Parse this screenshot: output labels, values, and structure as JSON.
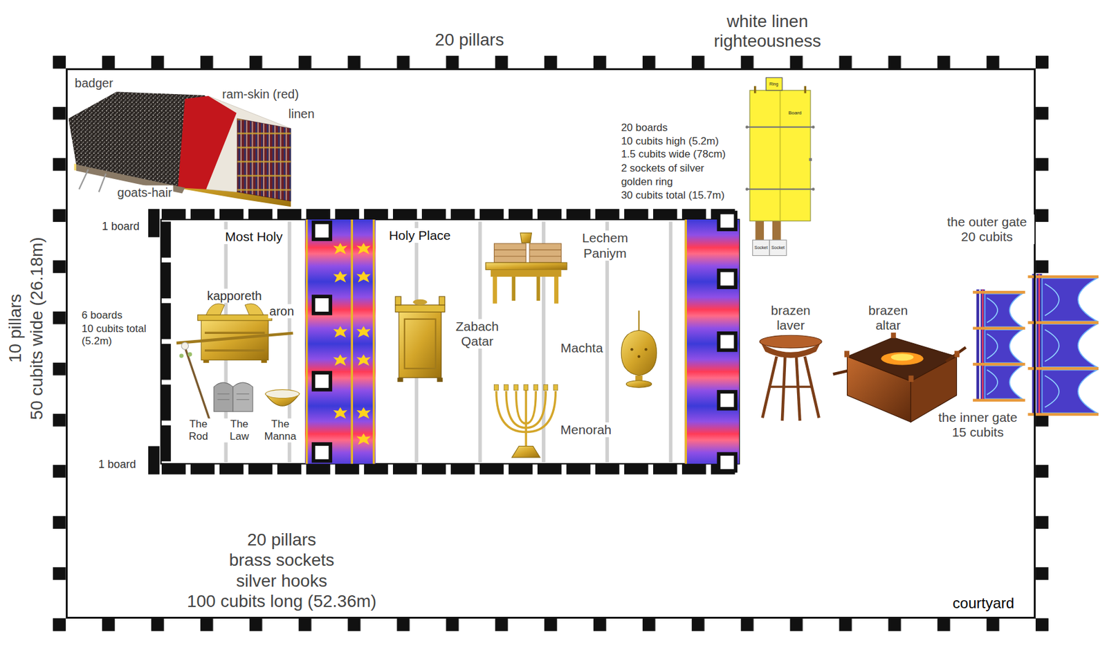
{
  "diagram": {
    "nodes": [
      {
        "text": [
          "courtyard"
        ]
      },
      {
        "text": [
          "Most Holy"
        ],
        "in": 0
      },
      {
        "text": [
          "Holy Place"
        ],
        "in": 0
      }
    ],
    "labels": [
      "20 pillars",
      "white linen righteousness",
      "badger",
      "ram-skin (red)",
      "linen",
      "goats-hair",
      "20 boards",
      "10 cubits high (5.2m)",
      "1.5 cubits wide (78cm)",
      "2 sockets of silver",
      "golden ring",
      "30 cubits total (15.7m)",
      "Ring",
      "Board",
      "Socket",
      "Socket",
      "10 pillars",
      "50 cubits wide (26.18m)",
      "1 board",
      "6 boards",
      "10 cubits total (5.2m)",
      "1 board",
      "kapporeth",
      "aron",
      "The Rod",
      "The Law",
      "The Manna",
      "Zabach Qatar",
      "Lechem Paniym",
      "Machta",
      "Menorah",
      "the outer gate 20 cubits",
      "brazen laver",
      "brazen altar",
      "the inner gate 15 cubits",
      "20 pillars",
      "brass sockets",
      "silver hooks",
      "100 cubits long (52.36m)"
    ]
  }
}
